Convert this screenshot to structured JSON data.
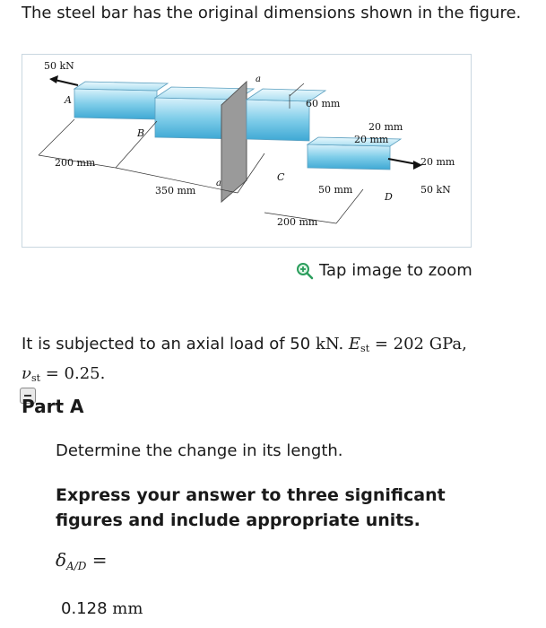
{
  "intro_text": "The steel bar has the original dimensions shown in the figure.",
  "figure": {
    "labels": {
      "load_left": "50 kN",
      "load_right": "50 kN",
      "point_a": "A",
      "point_b": "B",
      "point_c": "C",
      "point_d": "D",
      "section_a_top": "a",
      "section_a_bottom": "a",
      "dim_200_left": "200 mm",
      "dim_350": "350 mm",
      "dim_60": "60 mm",
      "dim_20_a": "20 mm",
      "dim_20_b": "20 mm",
      "dim_20_c": "20 mm",
      "dim_50": "50 mm",
      "dim_200_bottom": "200 mm"
    }
  },
  "zoom_label": "Tap image to zoom",
  "problem": {
    "prefix": "It is subjected to an axial load of 50 ",
    "load_unit": "kN",
    "e_symbol": "E",
    "e_sub": "st",
    "e_value": " = 202 GPa,",
    "nu_symbol": "ν",
    "nu_sub": "st",
    "nu_value": " = 0.25."
  },
  "part": {
    "title": "Part A",
    "question": "Determine the change in its length.",
    "instruction": "Express your answer to three significant figures and include appropriate units.",
    "answer_symbol": "δ",
    "answer_sub": "A/D",
    "answer_equals": " =",
    "answer_number": "0.128",
    "answer_unit": "mm"
  }
}
